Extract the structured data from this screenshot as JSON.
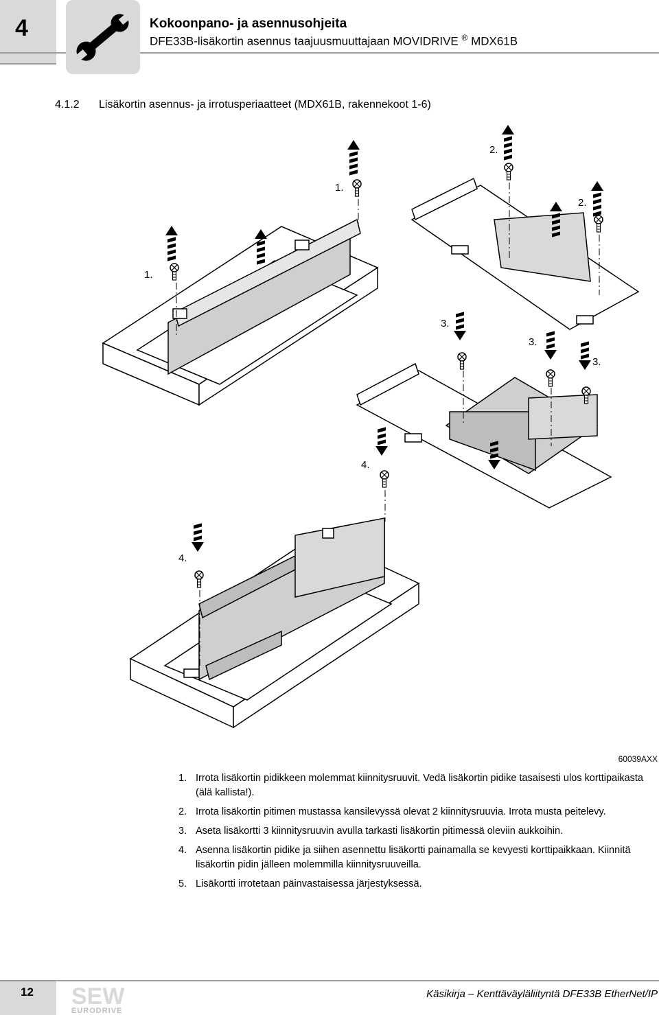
{
  "header": {
    "chapter": "4",
    "title": "Kokoonpano- ja asennusohjeita",
    "subtitle_main": "DFE33B-lisäkortin asennus taajuusmuuttajaan MOVIDRIVE",
    "subtitle_reg": "®",
    "subtitle_end": " MDX61B",
    "icon": "wrench-icon"
  },
  "section": {
    "number": "4.1.2",
    "title": "Lisäkortin asennus- ja irrotusperiaatteet (MDX61B, rakennekoot 1-6)"
  },
  "figure": {
    "labels": {
      "l1a": "1.",
      "l1b": "1.",
      "l2a": "2.",
      "l2b": "2.",
      "l3a": "3.",
      "l3b": "3.",
      "l3c": "3.",
      "l4a": "4.",
      "l4b": "4."
    },
    "code": "60039AXX"
  },
  "steps": [
    {
      "n": "1.",
      "text": "Irrota lisäkortin pidikkeen molemmat kiinnitysruuvit. Vedä lisäkortin pidike tasaisesti ulos korttipaikasta (älä kallista!)."
    },
    {
      "n": "2.",
      "text": "Irrota lisäkortin pitimen mustassa kansilevyssä olevat 2 kiinnitysruuvia. Irrota musta peitelevy."
    },
    {
      "n": "3.",
      "text": "Aseta lisäkortti 3 kiinnitysruuvin avulla tarkasti lisäkortin pitimessä oleviin aukkoihin."
    },
    {
      "n": "4.",
      "text": "Asenna lisäkortin pidike ja siihen asennettu lisäkortti painamalla se kevyesti korttipaikkaan. Kiinnitä lisäkortin pidin jälleen molemmilla kiinnitysruuveilla."
    },
    {
      "n": "5.",
      "text": "Lisäkortti irrotetaan päinvastaisessa järjestyksessä."
    }
  ],
  "footer": {
    "page": "12",
    "logo_top": "SEW",
    "logo_bottom": "EURODRIVE",
    "text": "Käsikirja – Kenttäväyläliityntä DFE33B EtherNet/IP"
  },
  "colors": {
    "header_gray": "#d9d9d9",
    "rule_gray": "#9a9a9a",
    "board_gray": "#cfcfcf"
  }
}
